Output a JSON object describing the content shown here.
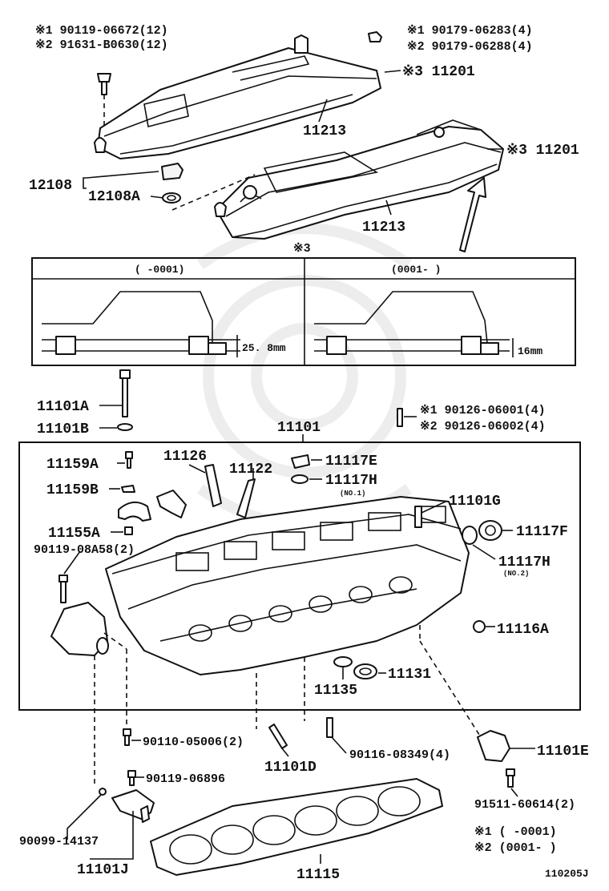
{
  "labels": {
    "cover_rh_note1": "※1 90119-06672(12)",
    "cover_rh_note2": "※2 91631-B0630(12)",
    "cover_lh_note1": "※1 90179-06283(4)",
    "cover_lh_note2": "※2 90179-06288(4)",
    "gasket_top": "※3 11201",
    "gasket_mid": "※3 11201",
    "cover_top": "11213",
    "cover_mid": "11213",
    "cap": "12108",
    "cap_gasket": "12108A",
    "detail_ref": "※3",
    "detail_left_header": "(      -0001)",
    "detail_right_header": "(0001-      )",
    "detail_left_dim": "25. 8mm",
    "detail_right_dim": "16mm",
    "bolt_a": "11101A",
    "washer_b": "11101B",
    "head_assy": "11101",
    "stud_note1": "※1 90126-06001(4)",
    "stud_note2": "※2 90126-06002(4)",
    "p11159A": "11159A",
    "p11159B": "11159B",
    "p11155A": "11155A",
    "p90119_08A58": "90119-08A58(2)",
    "p11126": "11126",
    "p11122": "11122",
    "p11117E": "11117E",
    "p11117H1": "11117H",
    "no1": "(NO.1)",
    "p11101G": "11101G",
    "p11117F": "11117F",
    "p11117H2": "11117H",
    "no2": "(NO.2)",
    "p11116A": "11116A",
    "p11131": "11131",
    "p11135": "11135",
    "p90110_05006": "90110-05006(2)",
    "p11101D": "11101D",
    "p90116_08349": "90116-08349(4)",
    "p11101E": "11101E",
    "p90119_06896": "90119-06896",
    "p91511_60614": "91511-60614(2)",
    "p90099_14137": "90099-14137",
    "p11101J": "11101J",
    "p11115": "11115",
    "legend1": "※1 (      -0001)",
    "legend2": "※2 (0001-      )",
    "code": "110205J"
  }
}
